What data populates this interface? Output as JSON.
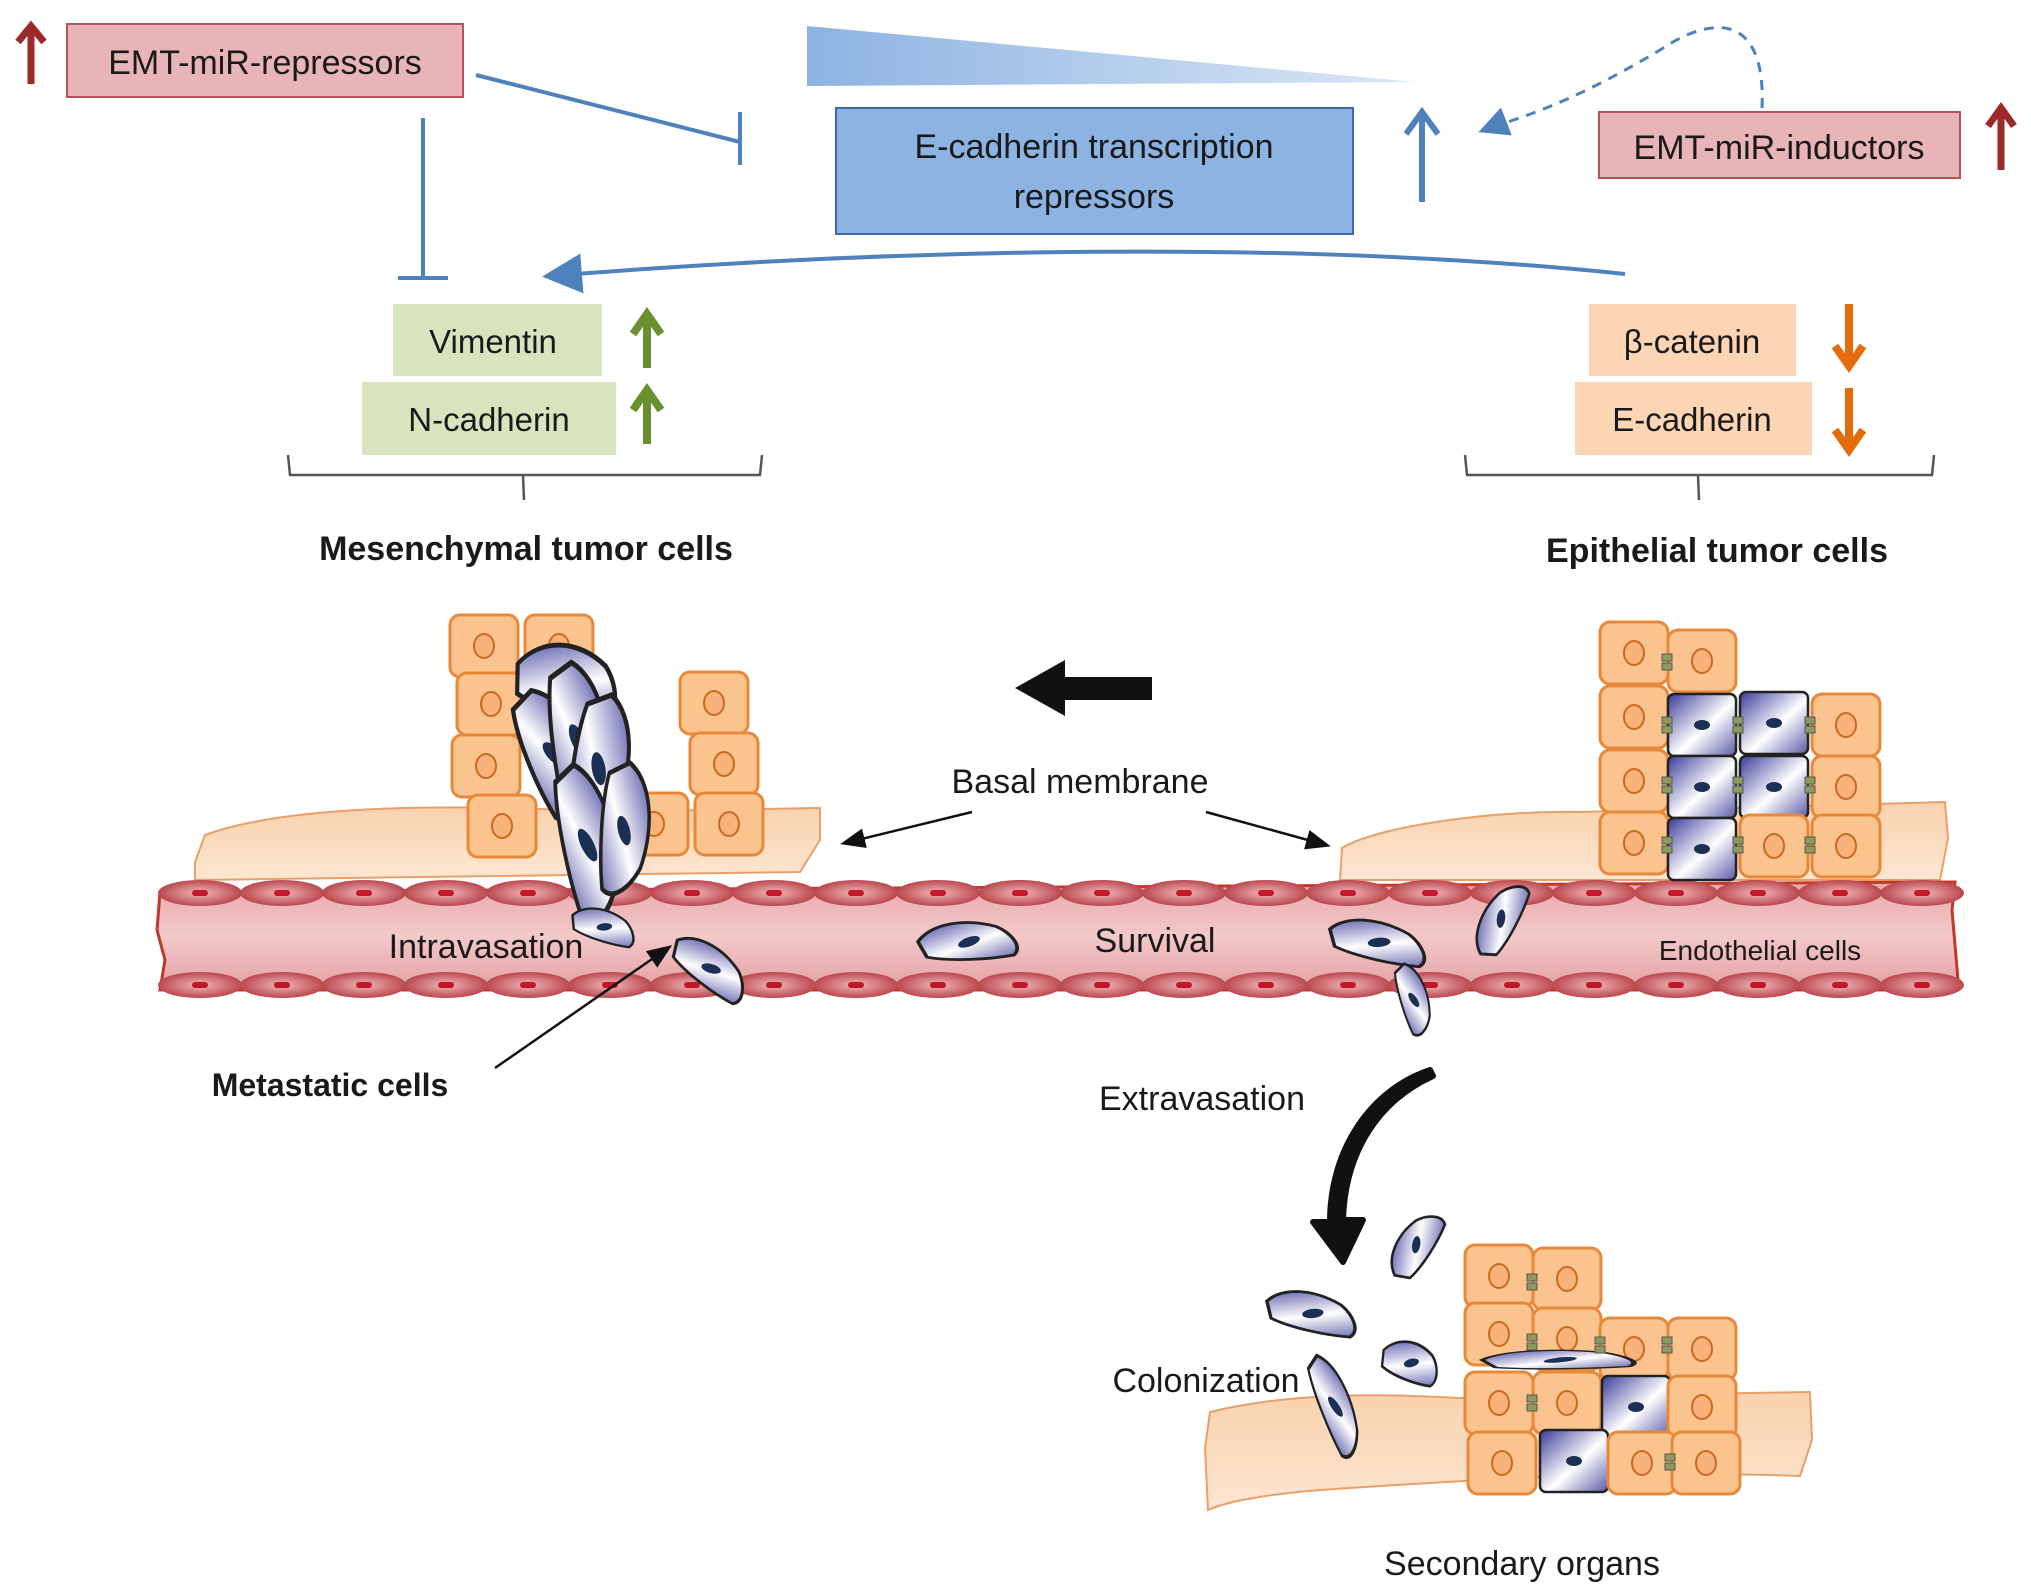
{
  "top": {
    "emt_mir_repressors": "EMT-miR-repressors",
    "emt_mir_inductors": "EMT-miR-inductors",
    "ecad_repressors_line1": "E-cadherin transcription",
    "ecad_repressors_line2": "repressors"
  },
  "mesenchymal": {
    "markers": [
      "Vimentin",
      "N-cadherin"
    ],
    "marker_direction": "up",
    "group_label": "Mesenchymal tumor cells"
  },
  "epithelial": {
    "markers": [
      "β-catenin",
      "E-cadherin"
    ],
    "marker_direction": "down",
    "group_label": "Epithelial tumor cells"
  },
  "process": {
    "basal_membrane": "Basal membrane",
    "intravasation": "Intravasation",
    "survival": "Survival",
    "endothelial_cells": "Endothelial cells",
    "metastatic_cells": "Metastatic cells",
    "extravasation": "Extravasation",
    "colonization": "Colonization",
    "secondary_organs": "Secondary organs"
  },
  "colors": {
    "mir_box": "#e8b4b8",
    "mir_border": "#b5525a",
    "mir_arrow": "#9c2a2a",
    "blue_box": "#8db3e2",
    "blue_line": "#4f81bd",
    "green_box": "#d7e4bd",
    "green_arrow": "#6a8f2f",
    "orange_box": "#fcd5b5",
    "orange_arrow": "#e46c0a",
    "epithelial_cell": "#fbc896",
    "mesenchymal_cell": "#4b4ba0",
    "vessel": "#c0392b"
  }
}
